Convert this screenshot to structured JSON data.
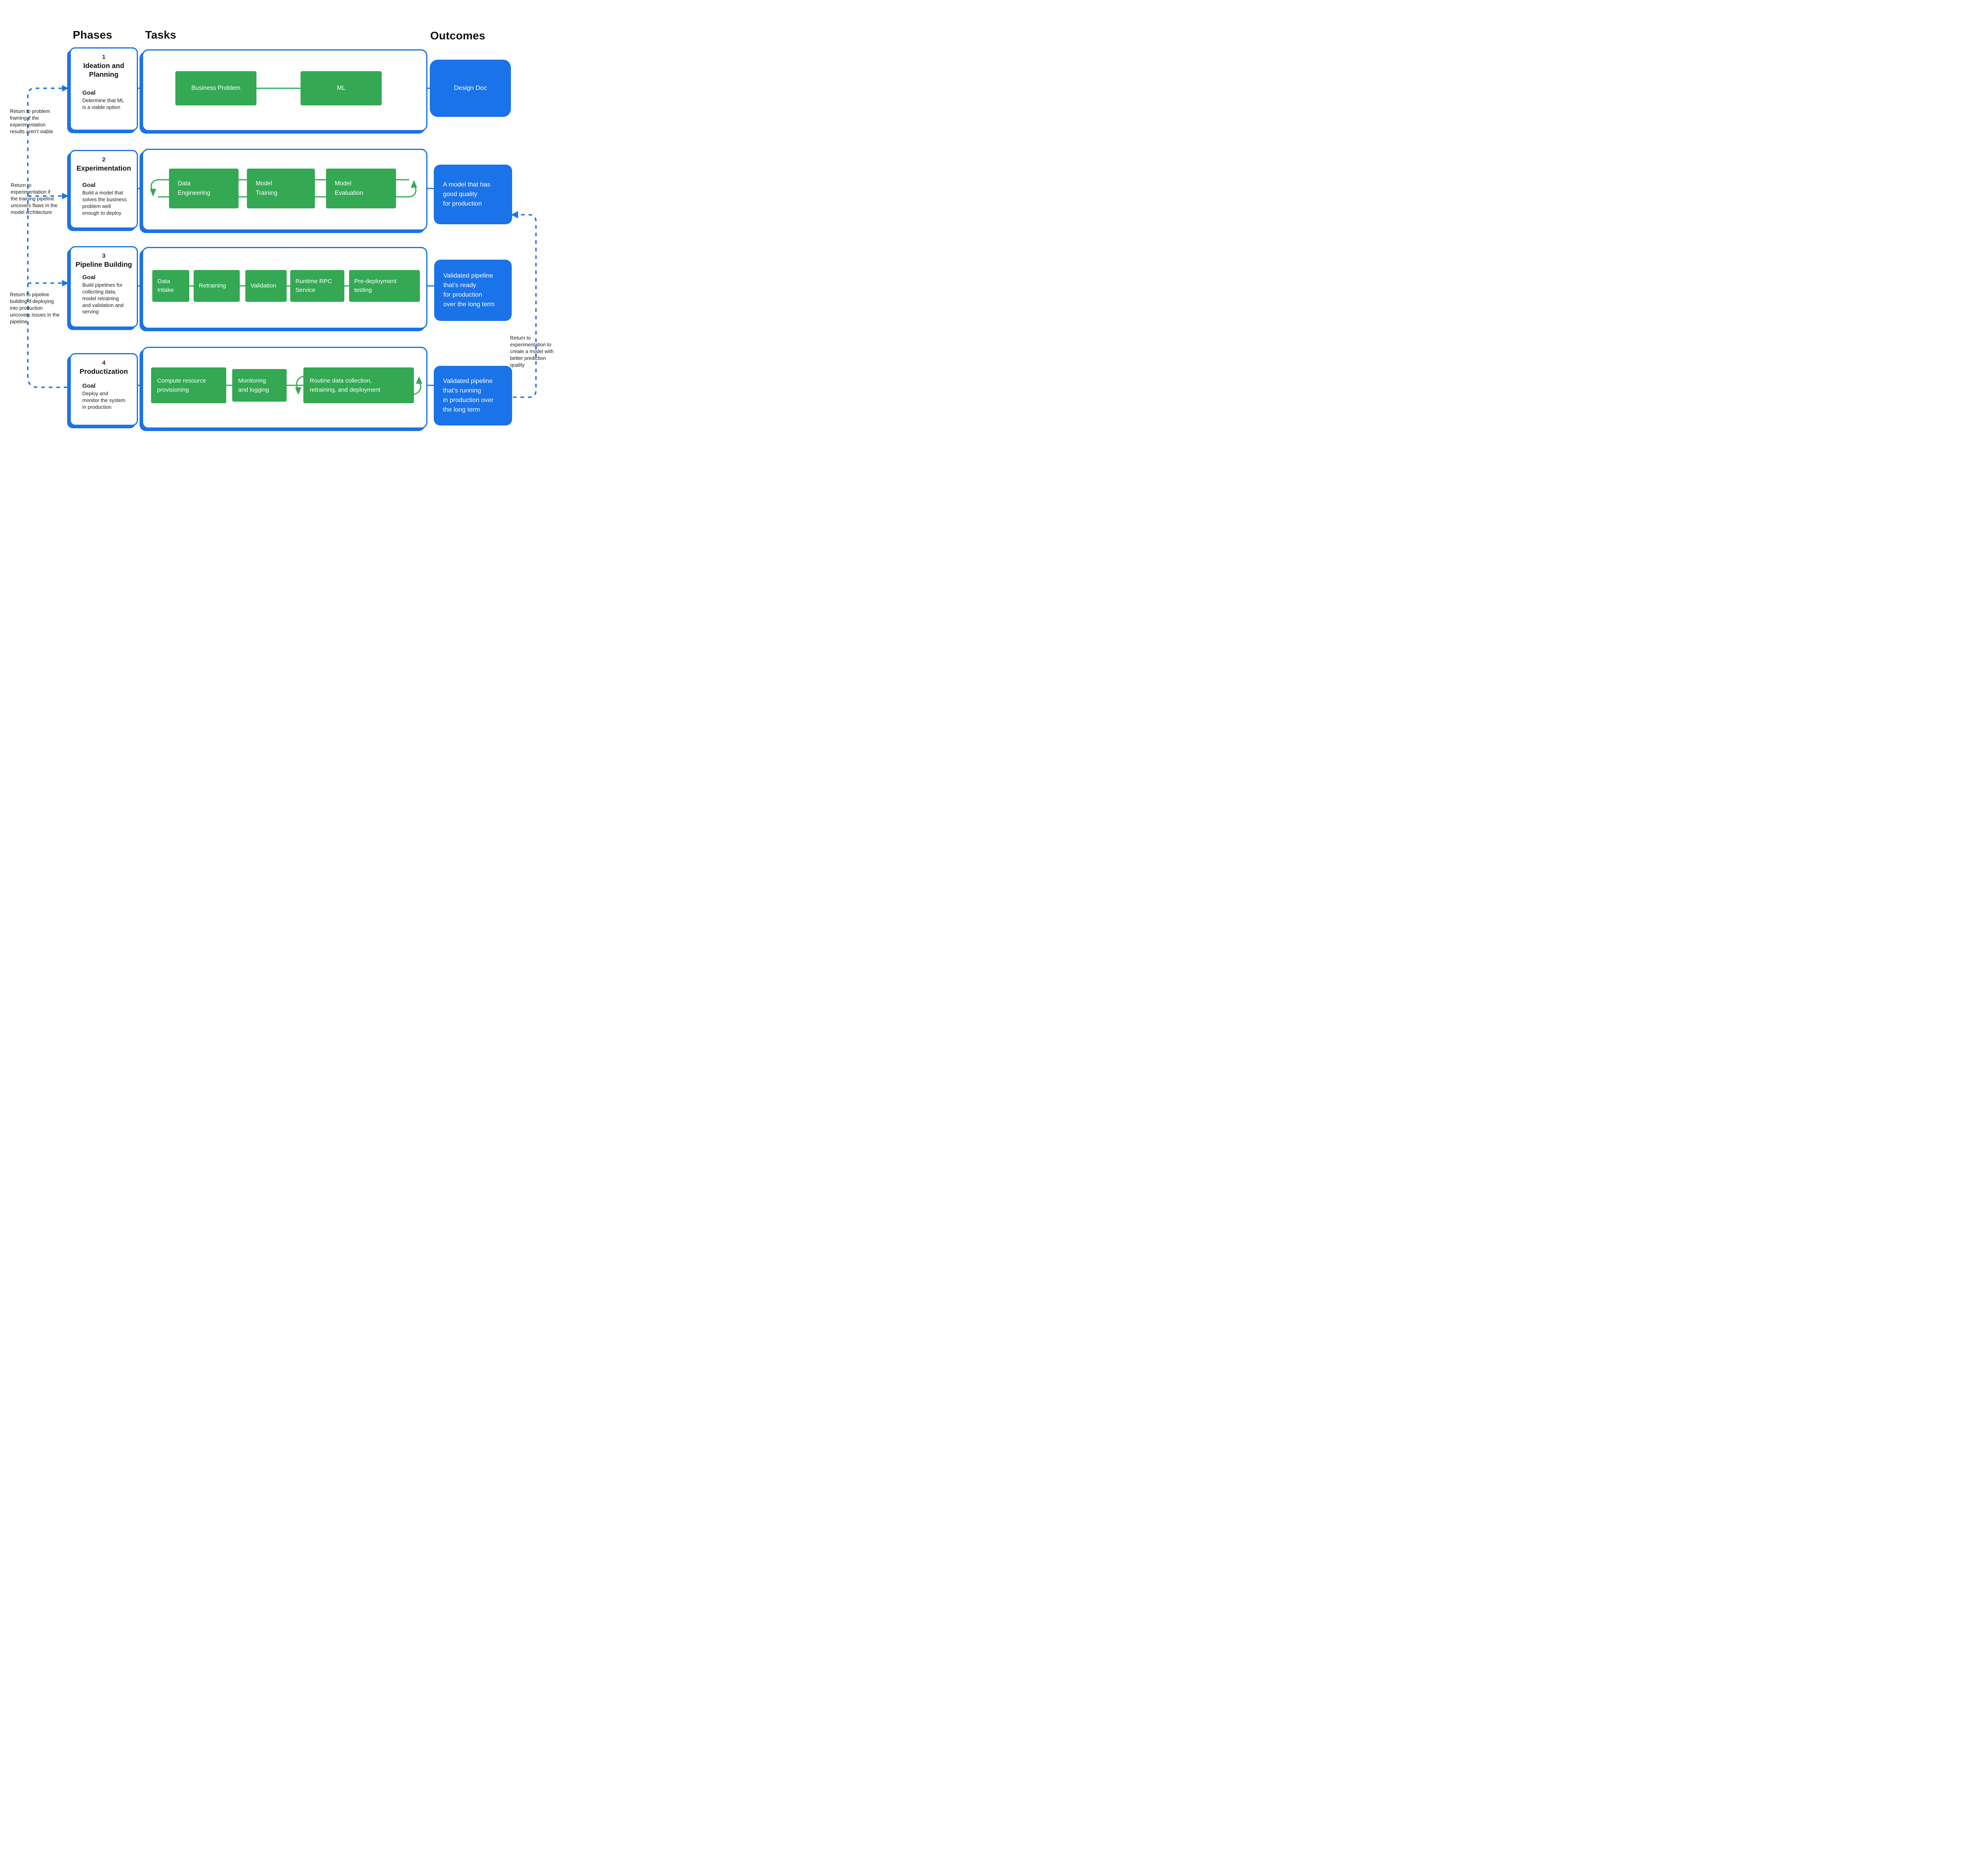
{
  "colors": {
    "blue": "#1a73e8",
    "green": "#34a853",
    "text": "#202124"
  },
  "headers": {
    "phases": "Phases",
    "tasks": "Tasks",
    "outcomes": "Outcomes"
  },
  "rows": [
    {
      "number": "1",
      "title": "Ideation and\nPlanning",
      "goal_label": "Goal",
      "goal": "Determine that ML\nis a viable option",
      "tasks": [
        "Business Problem",
        "ML"
      ],
      "outcome": "Design Doc"
    },
    {
      "number": "2",
      "title": "Experimentation",
      "goal_label": "Goal",
      "goal": "Build a model that\nsolves the business\nproblem well\nenough to deploy",
      "tasks": [
        "Data\nEngineering",
        "Model\nTraining",
        "Model\nEvaluation"
      ],
      "outcome": "A model that has\ngood quality\nfor production"
    },
    {
      "number": "3",
      "title": "Pipeline Building",
      "goal_label": "Goal",
      "goal": "Build pipelines for\ncollecting data,\nmodel retraining\nand validation and\nserving",
      "tasks": [
        "Data\nIntake",
        "Retraining",
        "Validation",
        "Runtime RPC\nService",
        "Pre-deployment\ntesting"
      ],
      "outcome": "Validated pipeline\nthat’s ready\nfor production\nover the long term"
    },
    {
      "number": "4",
      "title": "Productization",
      "goal_label": "Goal",
      "goal": "Deploy and\nmonitor the system\nin production",
      "tasks": [
        "Compute resource\nprovisioning",
        "Monitoring\nand logging",
        "Routine data collection,\nretraining, and deployment"
      ],
      "outcome": "Validated pipeline\nthat’s running\nin production over\nthe long term"
    }
  ],
  "annotations": {
    "left": [
      "Return to problem\nframing if the\nexperimentation\nresults aren’t viable",
      "Return to\nexperimentation if\nthe training pipeline\nuncovers flaws in the\nmodel architecture",
      "Return to pipeline\nbuilding if deploying\ninto production\nuncovers issues in the\npipeline"
    ],
    "right": "Return to\nexperimentation to\ncreate a model with\nbetter prediction\nquality"
  }
}
